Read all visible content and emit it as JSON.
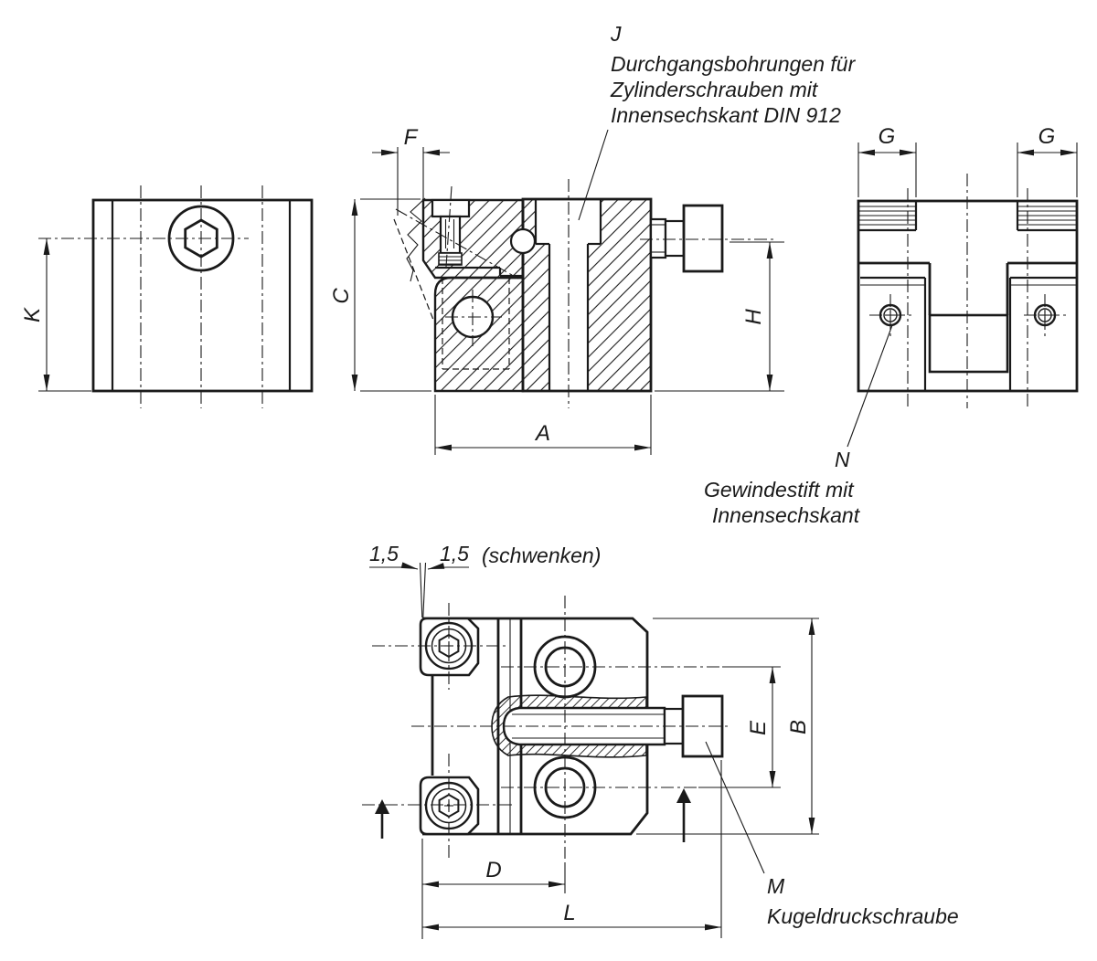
{
  "colors": {
    "line": "#1a1a1a",
    "background": "#ffffff"
  },
  "dimensions": {
    "k": "K",
    "c": "C",
    "f": "F",
    "a": "A",
    "h": "H",
    "g_left": "G",
    "g_right": "G",
    "b": "B",
    "e": "E",
    "d": "D",
    "l": "L"
  },
  "swivel": {
    "left_value": "1,5",
    "right_value": "1,5",
    "note": "(schwenken)"
  },
  "callouts": {
    "j": {
      "ref": "J",
      "line1": "Durchgangsbohrungen für",
      "line2": "Zylinderschrauben mit",
      "line3": "Innensechskant DIN 912"
    },
    "n": {
      "ref": "N",
      "line1": "Gewindestift mit",
      "line2": "Innensechskant"
    },
    "m": {
      "ref": "M",
      "line1": "Kugeldruckschraube"
    }
  }
}
